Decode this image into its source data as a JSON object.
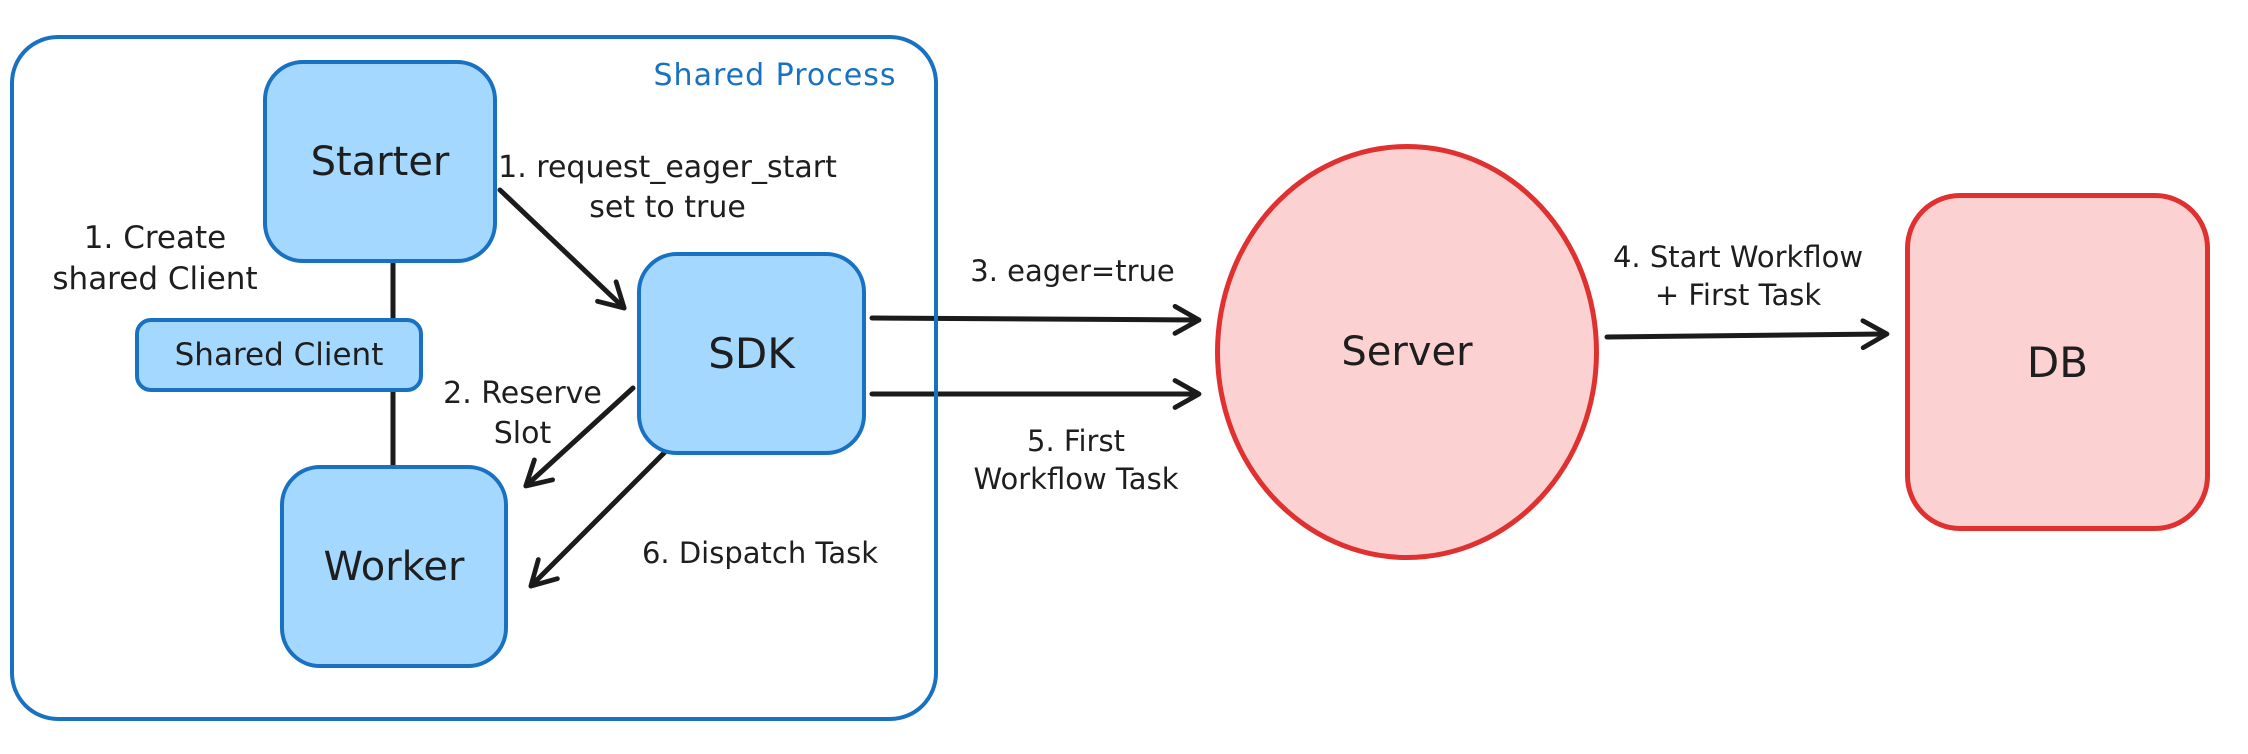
{
  "diagram": {
    "container_label": "Shared Process",
    "nodes": {
      "starter": {
        "label": "Starter"
      },
      "shared_client": {
        "label": "Shared Client"
      },
      "worker": {
        "label": "Worker"
      },
      "sdk": {
        "label": "SDK"
      },
      "server": {
        "label": "Server"
      },
      "db": {
        "label": "DB"
      }
    },
    "annotations": {
      "create_shared_client": {
        "line1": "1. Create",
        "line2": "shared Client"
      },
      "request_eager_start": {
        "line1": "1. request_eager_start",
        "line2": "set to true"
      },
      "reserve_slot": {
        "line1": "2. Reserve",
        "line2": "Slot"
      },
      "eager_true": {
        "line1": "3. eager=true"
      },
      "start_workflow": {
        "line1": "4. Start Workflow",
        "line2": "+ First Task"
      },
      "first_workflow_task": {
        "line1": "5. First",
        "line2": "Workflow Task"
      },
      "dispatch_task": {
        "line1": "6. Dispatch Task"
      }
    },
    "connections": [
      {
        "name": "starter-to-worker-line",
        "from": "starter",
        "to": "worker",
        "arrowhead": false
      },
      {
        "name": "starter-to-sdk-arrow",
        "from": "starter",
        "to": "sdk",
        "arrowhead": true
      },
      {
        "name": "sdk-to-worker-reserve-arrow",
        "from": "sdk",
        "to": "worker",
        "arrowhead": true
      },
      {
        "name": "sdk-to-worker-dispatch-arrow",
        "from": "sdk",
        "to": "worker",
        "arrowhead": true
      },
      {
        "name": "sdk-to-server-eager-arrow",
        "from": "sdk",
        "to": "server",
        "arrowhead": true
      },
      {
        "name": "sdk-to-server-firsttask-arrow",
        "from": "sdk",
        "to": "server",
        "arrowhead": true
      },
      {
        "name": "server-to-db-arrow",
        "from": "server",
        "to": "db",
        "arrowhead": true
      }
    ],
    "colors": {
      "blue_stroke": "#1971c2",
      "blue_fill": "#a5d8ff",
      "red_stroke": "#e03131",
      "red_fill": "#fbd1d1",
      "text": "#1e1e1e",
      "arrow": "#1b1b1b",
      "background": "#ffffff"
    }
  }
}
